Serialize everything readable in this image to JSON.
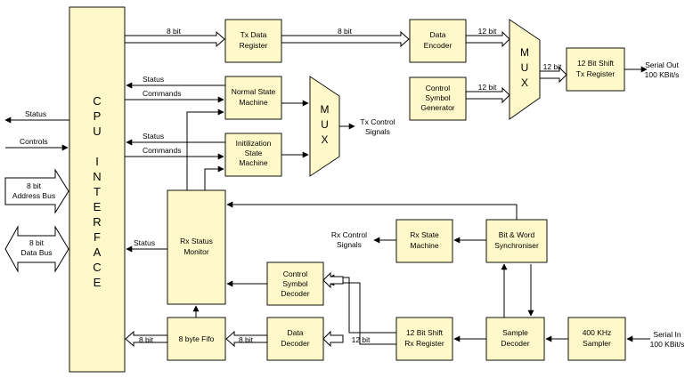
{
  "cpu_interface": {
    "letters": [
      "C",
      "P",
      "U",
      "",
      "I",
      "N",
      "T",
      "E",
      "R",
      "F",
      "A",
      "C",
      "E"
    ]
  },
  "blocks": {
    "tx_data_register": [
      "Tx Data",
      "Register"
    ],
    "data_encoder": [
      "Data",
      "Encoder"
    ],
    "control_symbol_generator": [
      "Control",
      "Symbol",
      "Generator"
    ],
    "shift_tx_register": [
      "12 Bit Shift",
      "Tx Register"
    ],
    "normal_state_machine": [
      "Normal State",
      "Machine"
    ],
    "init_state_machine": [
      "Initilization",
      "State",
      "Machine"
    ],
    "rx_status_monitor": [
      "Rx Status",
      "Monitor"
    ],
    "rx_state_machine": [
      "Rx State",
      "Machine"
    ],
    "bit_word_synchroniser": [
      "Bit & Word",
      "Synchroniser"
    ],
    "control_symbol_decoder": [
      "Control",
      "Symbol",
      "Decoder"
    ],
    "fifo": [
      "8 byte Fifo"
    ],
    "data_decoder": [
      "Data",
      "Decoder"
    ],
    "shift_rx_register": [
      "12 Bit Shift",
      "Rx Register"
    ],
    "sample_decoder": [
      "Sample",
      "Decoder"
    ],
    "sampler": [
      "400 KHz",
      "Sampler"
    ]
  },
  "mux": {
    "tx_mux_letters": [
      "M",
      "U",
      "X"
    ],
    "ctrl_mux_letters": [
      "M",
      "U",
      "X"
    ]
  },
  "labels": {
    "bus_8bit_top_1": "8 bit",
    "bus_8bit_top_2": "8 bit",
    "bus_12bit_enc": "12 bit",
    "bus_12bit_csg": "12 bit",
    "bus_12bit_mux": "12 bit",
    "serial_out": [
      "Serial Out",
      "100 KBit/s"
    ],
    "status_1": "Status",
    "commands_1": "Commands",
    "status_2": "Status",
    "commands_2": "Commands",
    "tx_control": [
      "Tx Control",
      "Signals"
    ],
    "left_status": "Status",
    "left_controls": "Controls",
    "address_bus": [
      "8 bit",
      "Address Bus"
    ],
    "data_bus": [
      "8 bit",
      "Data Bus"
    ],
    "rx_status": "Status",
    "rx_control": [
      "Rx Control",
      "Signals"
    ],
    "bus_8bit_bottom_1": "8 bit",
    "bus_8bit_bottom_2": "8 bit",
    "bus_12bit_rx": "12 bit",
    "serial_in": [
      "Serial In",
      "100 KBit/s"
    ]
  }
}
